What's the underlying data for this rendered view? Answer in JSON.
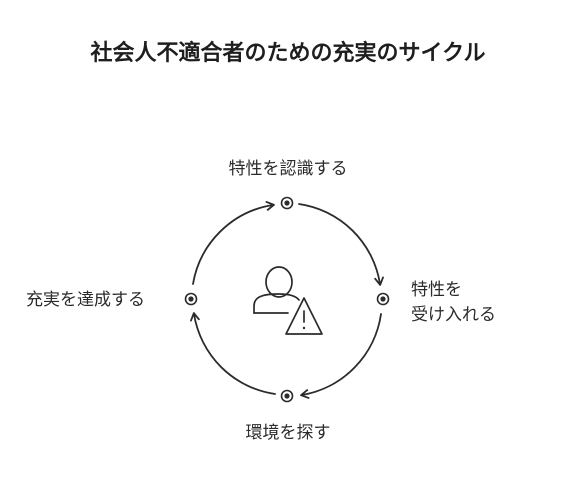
{
  "title": "社会人不適合者のための充実のサイクル",
  "steps": {
    "top": "特性を認識する",
    "right_line1": "特性を",
    "right_line2": "受け入れる",
    "bottom": "環境を探す",
    "left": "充実を達成する"
  },
  "center_icon": "person-with-warning-icon",
  "colors": {
    "stroke": "#2b2b2b",
    "text": "#1e1e1e",
    "background": "#ffffff"
  }
}
